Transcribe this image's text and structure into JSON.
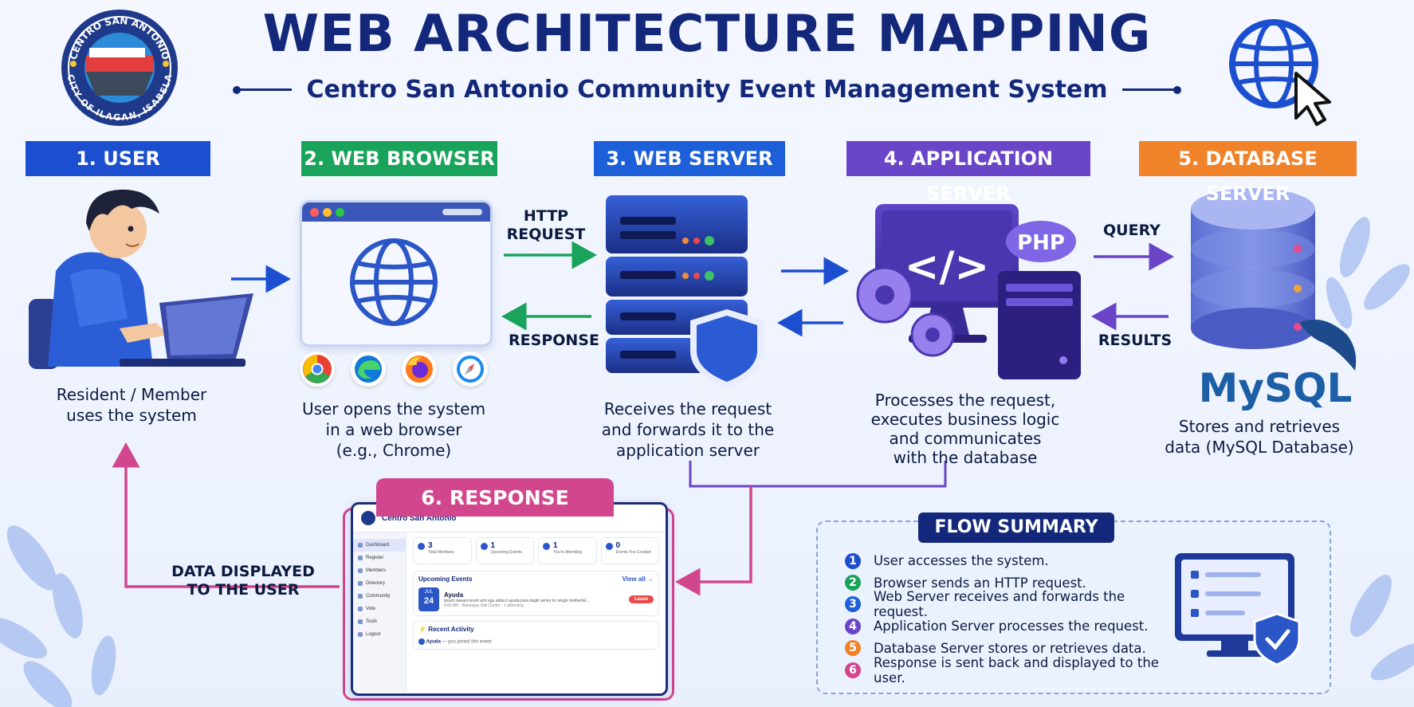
{
  "header": {
    "title": "WEB ARCHITECTURE MAPPING",
    "subtitle": "Centro San Antonio Community Event Management System"
  },
  "seal": {
    "top_text": "CENTRO SAN ANTONIO",
    "bottom_text": "CITY OF ILAGAN, ISABELA"
  },
  "steps": [
    {
      "label": "1. USER",
      "color": "#1c4fcf",
      "caption": [
        "Resident / Member",
        "uses the system"
      ]
    },
    {
      "label": "2.  WEB BROWSER",
      "color": "#1aa35a",
      "caption": [
        "User opens the system",
        "in a web browser",
        "(e.g., Chrome)"
      ]
    },
    {
      "label": "3. WEB SERVER",
      "color": "#1c5fd8",
      "caption": [
        "Receives the request",
        "and forwards it to the",
        "application server"
      ]
    },
    {
      "label": "4. APPLICATION SERVER",
      "color": "#6a45c8",
      "caption": [
        "Processes the request,",
        "executes business logic",
        "and communicates",
        "with the database"
      ]
    },
    {
      "label": "5. DATABASE SERVER",
      "color": "#f0822a",
      "caption": [
        "Stores and retrieves",
        "data (MySQL Database)"
      ]
    }
  ],
  "arrows": {
    "http_request": [
      "HTTP",
      "REQUEST"
    ],
    "response": "RESPONSE",
    "query": "QUERY",
    "results": "RESULTS",
    "data_displayed": [
      "DATA DISPLAYED",
      "TO THE USER"
    ]
  },
  "app_server": {
    "badge": "PHP",
    "code_glyph": "</>"
  },
  "database": {
    "brand": "MySQL"
  },
  "response_panel": {
    "title": "6. RESPONSE",
    "site_name": "Centro San Antonio",
    "nav": [
      "Dashboard",
      "Register",
      "Members",
      "Directory",
      "Community",
      "Vote",
      "Tools",
      "Logout"
    ],
    "stats": [
      {
        "value": "3",
        "label": "Total Members"
      },
      {
        "value": "1",
        "label": "Upcoming Events"
      },
      {
        "value": "1",
        "label": "You're Attending"
      },
      {
        "value": "0",
        "label": "Events You Created"
      }
    ],
    "upcoming_title": "Upcoming Events",
    "view_all": "View all →",
    "event": {
      "month": "JUL",
      "day": "24",
      "name": "Ayuda",
      "desc": "Ipsum aseam lorem arin egu adda ti ayuda para dagiti senior kn single motherfal...",
      "meta": "8:00 AM  ·  Barangay Hall Center  ·  1 attending",
      "action": "Leave"
    },
    "recent_title": "Recent Activity",
    "recent_name": "Ayuda",
    "recent_text": "— you joined this event"
  },
  "flow_summary": {
    "title": "FLOW SUMMARY",
    "items": [
      {
        "num": "1",
        "color": "#1c4fcf",
        "text": "User accesses the system."
      },
      {
        "num": "2",
        "color": "#1aa35a",
        "text": "Browser sends an HTTP request."
      },
      {
        "num": "3",
        "color": "#1c5fd8",
        "text": "Web Server receives and forwards the request."
      },
      {
        "num": "4",
        "color": "#6a45c8",
        "text": "Application Server processes the request."
      },
      {
        "num": "5",
        "color": "#f0822a",
        "text": "Database Server stores or retrieves data."
      },
      {
        "num": "6",
        "color": "#d2468e",
        "text": "Response is sent back and displayed to the user."
      }
    ]
  }
}
